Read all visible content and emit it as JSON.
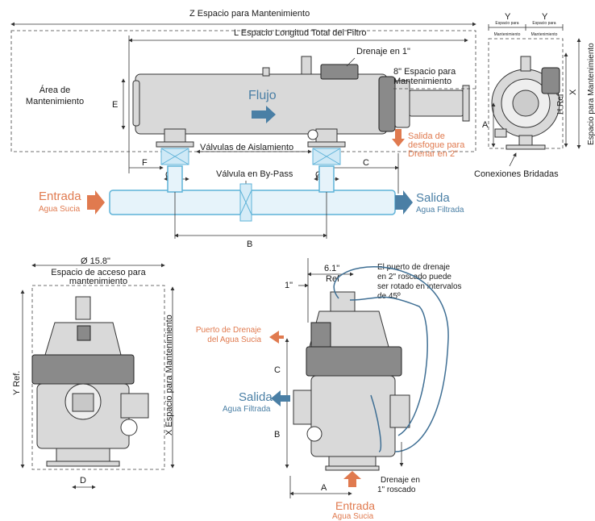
{
  "top": {
    "z_label": "Z  Espacio para Mantenimiento",
    "l_label": "L  Espacio Longitud Total del Filtro",
    "drain_label": "Drenaje en 1\"",
    "maint_area": [
      "Área de",
      "Mantenimiento"
    ],
    "e_label": "E",
    "flow_label": "Flujo",
    "space8": [
      "8\" Espacio para",
      "Mantenimiento"
    ],
    "flush": [
      "Salida de",
      "desfogue para",
      "Drenar en 2\""
    ],
    "valves": "Válvulas de Aislamiento",
    "bypass": "Válvula en By-Pass",
    "f_label": "F",
    "d1": "Ø D",
    "d2": "Ø D",
    "c_label": "C",
    "b_label": "B",
    "inlet": [
      "Entrada",
      "Agua Sucia"
    ],
    "outlet": [
      "Salida",
      "Agua Filtrada"
    ]
  },
  "side": {
    "y1": "Y",
    "y2": "Y",
    "ysub1": [
      "Espacio para",
      "Mantenimiento"
    ],
    "ysub2": [
      "Espacio para",
      "Mantenimiento"
    ],
    "x_label": "X",
    "x_sub": "Espacio para Mantenimiento",
    "h_label": "H Ref",
    "a_label": "A",
    "flanged": "Conexiones Bridadas"
  },
  "front": {
    "dia": "Ø 15.8\"",
    "access": [
      "Espacio de acceso para",
      "mantenimiento"
    ],
    "y_ref": "Y Ref.",
    "x_space": "X Espacio para Mantenimiento",
    "d_label": "D"
  },
  "right": {
    "dim61": [
      "6.1\"",
      "Ref"
    ],
    "dim1": "1\"",
    "note": [
      "El puerto de drenaje",
      "en 2\" roscado puede",
      "ser rotado en intervalos",
      "de 45º"
    ],
    "flush_port": [
      "Puerto de Drenaje",
      "del Agua Sucia"
    ],
    "c_label": "C",
    "b_label": "B",
    "a_label": "A",
    "outlet": [
      "Salida",
      "Agua Filtrada"
    ],
    "drain": [
      "Drenaje en",
      "1\" roscado"
    ],
    "inlet": [
      "Entrada",
      "Agua Sucia"
    ]
  },
  "colors": {
    "orange": "#e07a4f",
    "blue": "#4a7fa5",
    "pipe": "#5fb3d8"
  }
}
